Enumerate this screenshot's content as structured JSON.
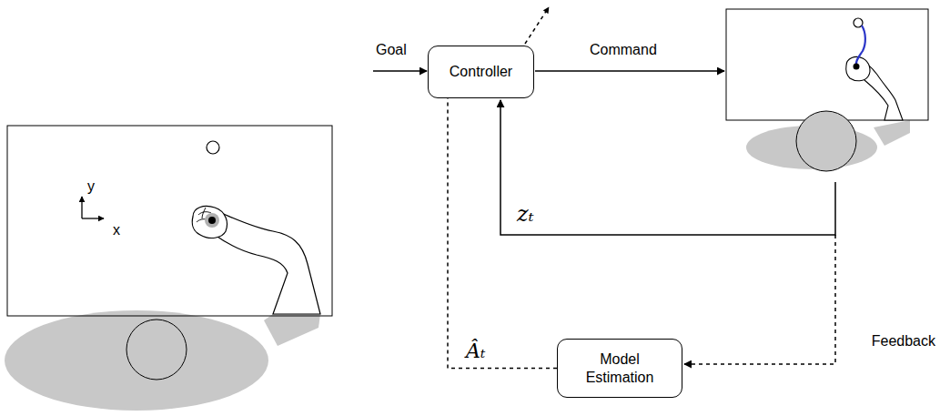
{
  "diagram": {
    "nodes": [
      {
        "text": [
          "Controller"
        ]
      },
      {
        "text": [
          "Model Estimation"
        ]
      }
    ],
    "edges": [
      {
        "from": 1,
        "to": 0,
        "arrow": "none",
        "label": "Âₜ"
      }
    ],
    "labels": [
      "y",
      "x",
      "Goal",
      "Command",
      "zₜ",
      "Feedback"
    ]
  }
}
